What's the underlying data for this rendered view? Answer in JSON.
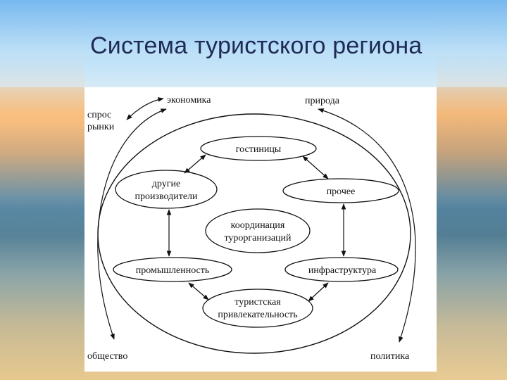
{
  "slide": {
    "title": "Система туристского региона"
  },
  "diagram": {
    "outer_labels": {
      "demand": [
        "спрос",
        "рынки"
      ],
      "economy": "экономика",
      "nature": "природа",
      "society": "общество",
      "politics": "политика"
    },
    "nodes": {
      "hotels": "гостиницы",
      "other_producers": [
        "другие",
        "производители"
      ],
      "other": "прочее",
      "coordination": [
        "координация",
        "турорганизаций"
      ],
      "industry": "промышленность",
      "infrastructure": "инфраструктура",
      "attractiveness": [
        "туристская",
        "привлекательность"
      ]
    }
  }
}
